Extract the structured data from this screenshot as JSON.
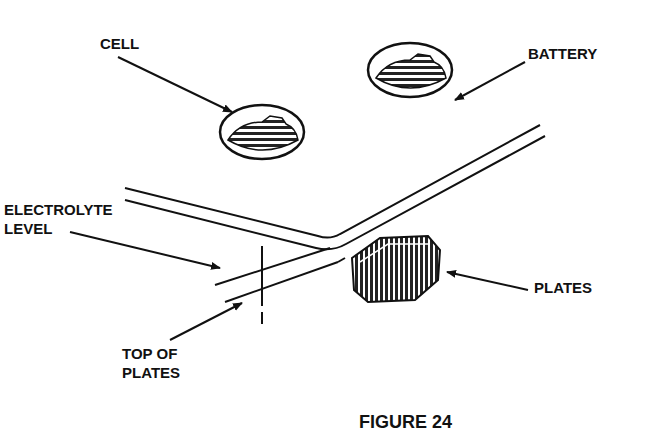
{
  "diagram": {
    "caption": "FIGURE 24",
    "labels": [
      "CELL",
      "BATTERY",
      "ELECTROLYTE LEVEL",
      "PLATES",
      "TOP OF PLATES"
    ]
  }
}
